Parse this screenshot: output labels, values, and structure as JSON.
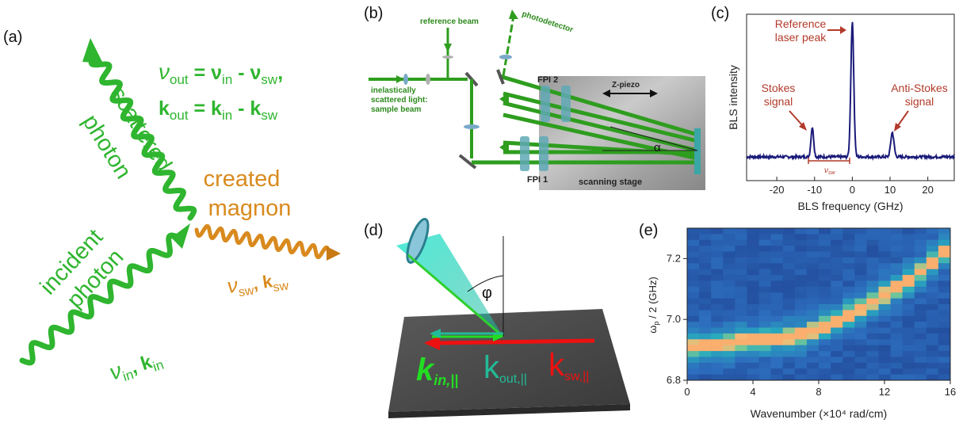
{
  "panels": {
    "a": "(a)",
    "b": "(b)",
    "c": "(c)",
    "d": "(d)",
    "e": "(e)"
  },
  "panel_a": {
    "scattered_line1": "scattered",
    "scattered_line2": "photon",
    "incident_line1": "incident",
    "incident_line2": "photon",
    "created_line1": "created",
    "created_line2": "magnon",
    "eq_nu": "ν",
    "eq_nu_out_sub": "out",
    "eq_nu_equals": " = ν",
    "eq_nu_in_sub": "in",
    "eq_nu_minus": " - ν",
    "eq_nu_sw_sub": "sw",
    "eq_nu_end": ",",
    "eq_k": "k",
    "eq_k_out_sub": "out",
    "eq_k_equals": " = k",
    "eq_k_in_sub": "in",
    "eq_k_minus": " - k",
    "eq_k_sw_sub": "sw",
    "incident_nu": "ν",
    "incident_nu_sub": "in",
    "incident_comma_k": ", k",
    "incident_k_sub": "in",
    "magnon_nu": "ν",
    "magnon_nu_sub": "sw",
    "magnon_comma_k": ", k",
    "magnon_k_sub": "sw",
    "colors": {
      "photon": "#2fb52f",
      "magnon": "#d98a1e"
    }
  },
  "panel_b": {
    "reference_beam": "reference beam",
    "photodetector": "photodetector",
    "fpi2": "FPI 2",
    "fpi1": "FPI 1",
    "z_piezo": "Z-piezo",
    "alpha": "α",
    "scanning_stage": "scanning stage",
    "inelastic_line1": "inelastically",
    "inelastic_line2": "scattered light:",
    "inelastic_line3": "sample beam",
    "colors": {
      "beam": "#2e9d1e",
      "label": "#2e8b1e"
    }
  },
  "panel_c": {
    "reference_line1": "Reference",
    "reference_line2": "laser peak",
    "stokes_line1": "Stokes",
    "stokes_line2": "signal",
    "antistokes_line1": "Anti-Stokes",
    "antistokes_line2": "signal",
    "nu_sw": "ν",
    "nu_sw_sub": "sw",
    "ylabel": "BLS intensity",
    "xlabel": "BLS frequency (GHz)",
    "xticks": [
      "-20",
      "-10",
      "0",
      "10",
      "20"
    ],
    "colors": {
      "line": "#1a1a7a",
      "annot": "#b23a2a"
    }
  },
  "panel_d": {
    "phi": "φ",
    "k_in": "k",
    "k_in_sub": "in,||",
    "k_out": "k",
    "k_out_sub": "out,||",
    "k_sw": "k",
    "k_sw_sub": "sw,||",
    "colors": {
      "k_in": "#22dd22",
      "k_out": "#22bb99",
      "k_sw": "#ee1111"
    }
  },
  "chart_data": {
    "type": "heatmap",
    "xlabel": "Wavenumber (×10⁴ rad/cm)",
    "ylabel": "ωp / 2 (GHz)",
    "ylabel_main": "ω",
    "ylabel_sub": "p",
    "ylabel_rest": " / 2 (GHz)",
    "xlim": [
      0,
      16
    ],
    "ylim": [
      6.8,
      7.3
    ],
    "xticks": [
      "0",
      "4",
      "8",
      "12",
      "16"
    ],
    "yticks": [
      "6.8",
      "7.0",
      "7.2"
    ],
    "ridge": {
      "x": [
        0,
        1,
        2,
        3,
        4,
        5,
        6,
        7,
        8,
        9,
        10,
        11,
        12,
        13,
        14,
        15,
        16
      ],
      "y": [
        6.905,
        6.915,
        6.92,
        6.925,
        6.93,
        6.935,
        6.94,
        6.95,
        6.97,
        6.99,
        7.02,
        7.05,
        7.08,
        7.11,
        7.15,
        7.19,
        7.24
      ]
    }
  }
}
